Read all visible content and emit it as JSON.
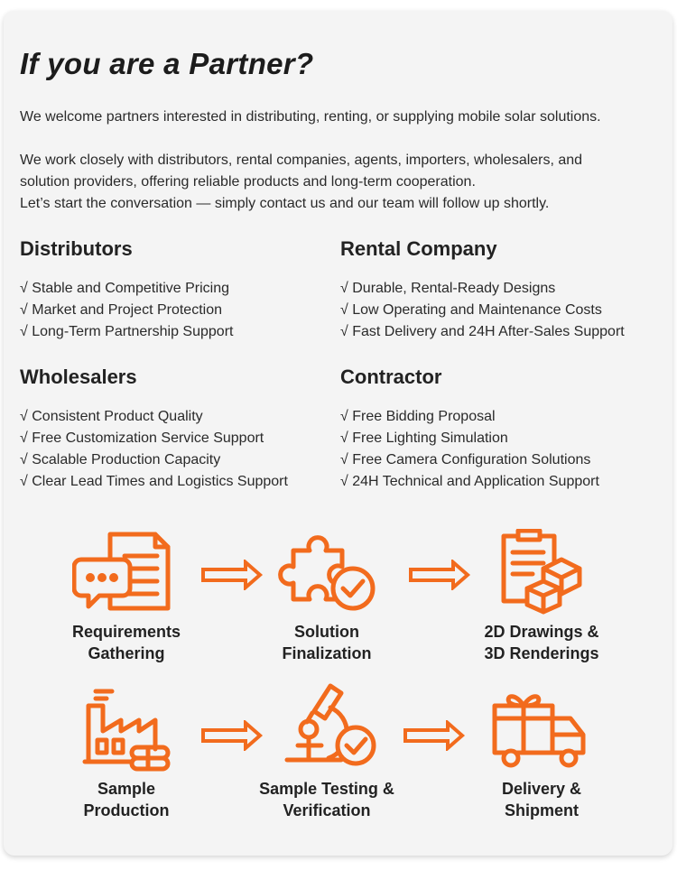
{
  "title": "If you are a Partner?",
  "intro": [
    "We welcome partners interested in distributing, renting, or supplying mobile solar solutions.",
    "We work closely with distributors, rental companies, agents, importers, wholesalers, and",
    "solution providers, offering reliable products and long-term cooperation.",
    "Let’s start the conversation — simply contact us and our team will follow up shortly."
  ],
  "sections": [
    {
      "heading": "Distributors",
      "items": [
        "Stable and Competitive Pricing",
        "Market and Project Protection",
        "Long-Term Partnership Support"
      ]
    },
    {
      "heading": "Rental Company",
      "items": [
        "Durable, Rental-Ready Designs",
        "Low Operating and Maintenance Costs",
        "Fast Delivery and 24H After-Sales Support"
      ]
    },
    {
      "heading": "Wholesalers",
      "items": [
        "Consistent Product Quality",
        "Free Customization Service Support",
        "Scalable Production Capacity",
        "Clear Lead Times and Logistics Support"
      ]
    },
    {
      "heading": "Contractor",
      "items": [
        "Free Bidding Proposal",
        "Free Lighting Simulation",
        "Free Camera Configuration Solutions",
        "24H Technical and Application Support"
      ]
    }
  ],
  "process": [
    {
      "icon": "requirements-document-chat-icon",
      "line1": "Requirements",
      "line2": "Gathering"
    },
    {
      "icon": "puzzle-check-icon",
      "line1": "Solution",
      "line2": "Finalization"
    },
    {
      "icon": "clipboard-boxes-icon",
      "line1": "2D Drawings &",
      "line2": "3D Renderings"
    },
    {
      "icon": "factory-icon",
      "line1": "Sample",
      "line2": "Production"
    },
    {
      "icon": "microscope-check-icon",
      "line1": "Sample Testing &",
      "line2": "Verification"
    },
    {
      "icon": "delivery-truck-icon",
      "line1": "Delivery &",
      "line2": "Shipment"
    }
  ],
  "colors": {
    "accent": "#f26b1d",
    "card_bg": "#f4f4f4",
    "text": "#222222"
  }
}
